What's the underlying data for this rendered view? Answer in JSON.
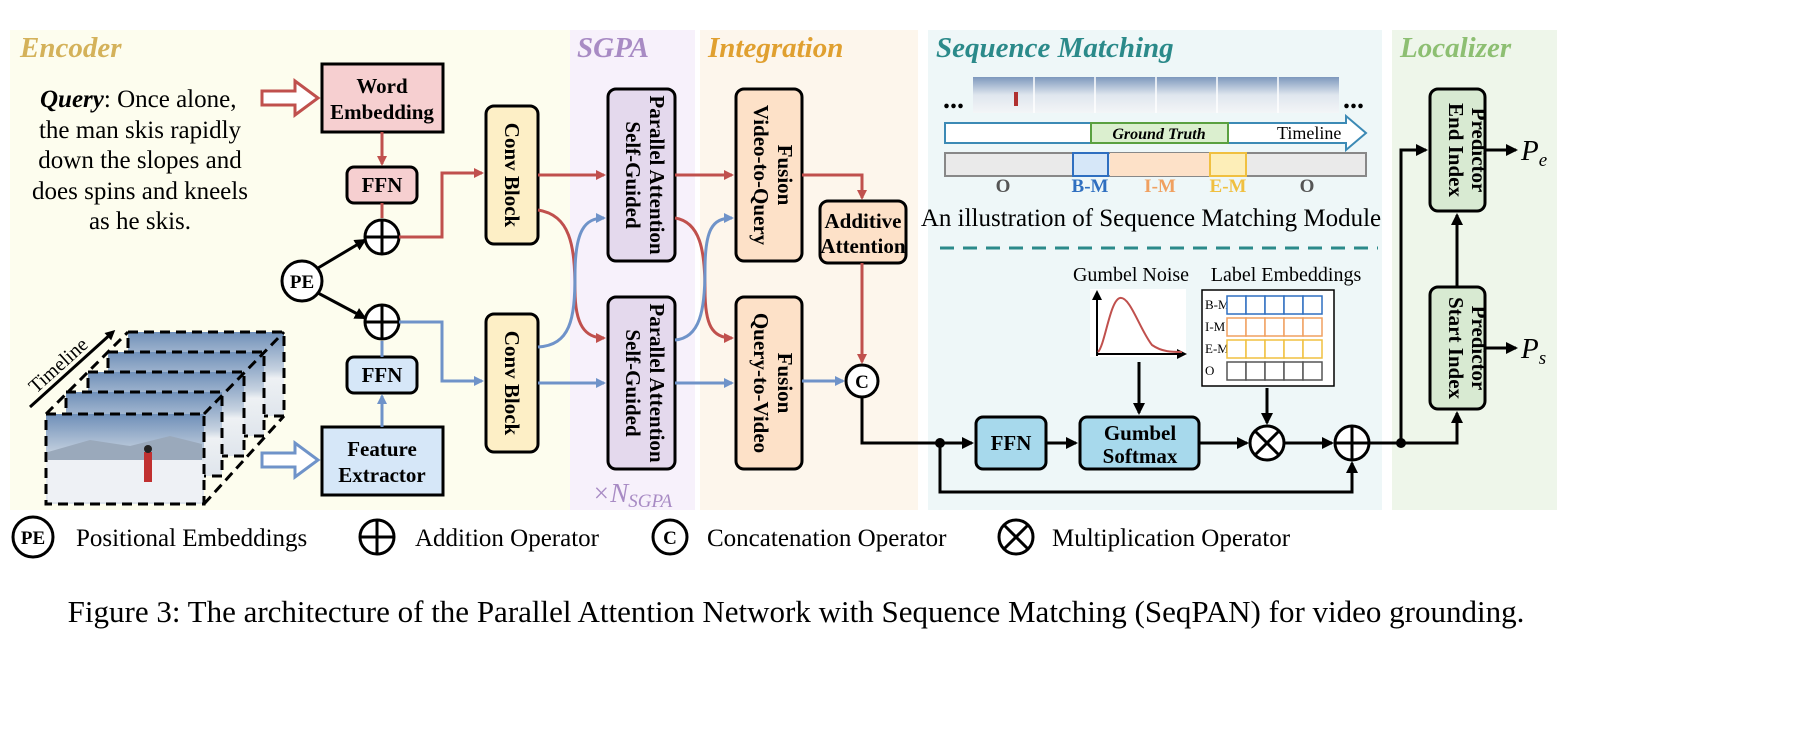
{
  "sections": {
    "encoder": "Encoder",
    "sgpa": "SGPA",
    "integration": "Integration",
    "sequence_matching": "Sequence Matching",
    "localizer": "Localizer"
  },
  "query": {
    "label": "Query",
    "lines": [
      ": Once alone,",
      "the man skis rapidly",
      "down the slopes and",
      "does spins and kneels",
      "as he skis."
    ]
  },
  "timeline_label": "Timeline",
  "blocks": {
    "word_embedding": [
      "Word",
      "Embedding"
    ],
    "ffn": "FFN",
    "pe": "PE",
    "feature_extractor": [
      "Feature",
      "Extractor"
    ],
    "conv_block": "Conv Block",
    "sgpa_attention": [
      "Self-Guided",
      "Parallel Attention"
    ],
    "v2q_fusion": [
      "Video-to-Query",
      "Fusion"
    ],
    "q2v_fusion": [
      "Query-to-Video",
      "Fusion"
    ],
    "additive_attention": [
      "Additive",
      "Attention"
    ],
    "concat": "C",
    "sm_ffn": "FFN",
    "gumbel_softmax": [
      "Gumbel",
      "Softmax"
    ],
    "end_predictor": [
      "End Index",
      "Predictor"
    ],
    "start_predictor": [
      "Start Index",
      "Predictor"
    ]
  },
  "repeat_label": {
    "prefix": "×N",
    "sub": "SGPA"
  },
  "sequence_matching": {
    "dots": "...",
    "ground_truth": "Ground Truth",
    "timeline": "Timeline",
    "tags": [
      "O",
      "B-M",
      "I-M",
      "E-M",
      "O"
    ],
    "illustration_caption": "An illustration of Sequence Matching Module",
    "gumbel_noise": "Gumbel Noise",
    "label_embeddings": "Label Embeddings",
    "label_rows": [
      "B-M",
      "I-M",
      "E-M",
      "O"
    ]
  },
  "outputs": {
    "end": {
      "main": "P",
      "sub": "e"
    },
    "start": {
      "main": "P",
      "sub": "s"
    }
  },
  "legend": [
    {
      "symbol": "PE",
      "text": "Positional Embeddings"
    },
    {
      "symbol": "plus",
      "text": "Addition Operator"
    },
    {
      "symbol": "C",
      "text": "Concatenation Operator"
    },
    {
      "symbol": "times",
      "text": "Multiplication Operator"
    }
  ],
  "caption": "Figure 3: The architecture of the Parallel Attention Network with Sequence Matching (SeqPAN) for video grounding.",
  "colors": {
    "red_arrow": "#c0504d",
    "blue_arrow": "#6f93c9",
    "encoder_bg": "#fdfdee",
    "sgpa_bg": "#f7f1fb",
    "integration_bg": "#fdf6ec",
    "sm_bg": "#eef7f8",
    "loc_bg": "#eef6ea",
    "word_emb": "#f6cfd0",
    "feature": "#d6e7f8",
    "conv": "#fdefc6",
    "sgpa_box": "#e4d9ed",
    "fusion": "#fde1c8",
    "gumbel": "#a7d9ec",
    "predictor": "#d8ead2",
    "title_encoder": "#d4b25a",
    "title_sgpa": "#a88bc4",
    "title_integration": "#e0a030",
    "title_sm": "#2b8a8a",
    "title_loc": "#8dbf72"
  }
}
